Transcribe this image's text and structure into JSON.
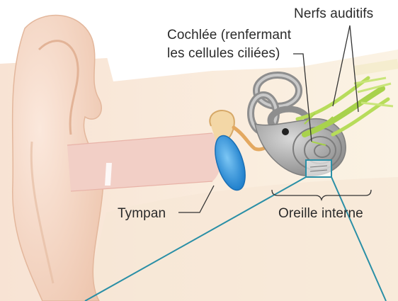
{
  "labels": {
    "nerfs_auditifs": "Nerfs auditifs",
    "cochlee_line1": "Cochlée (renfermant",
    "cochlee_line2": "les cellules ciliées)",
    "tympan": "Tympan",
    "oreille_interne": "Oreille interne"
  },
  "colors": {
    "background": "#ffffff",
    "skin": "#f4d7c4",
    "ear_canal": "#f0c9c0",
    "tympan": "#2b8fd8",
    "inner_ear": "#9a9a9a",
    "nerves": "#a6d14a",
    "ossicles": "#e7b97a",
    "zoom_lines": "#2a8fa6"
  }
}
